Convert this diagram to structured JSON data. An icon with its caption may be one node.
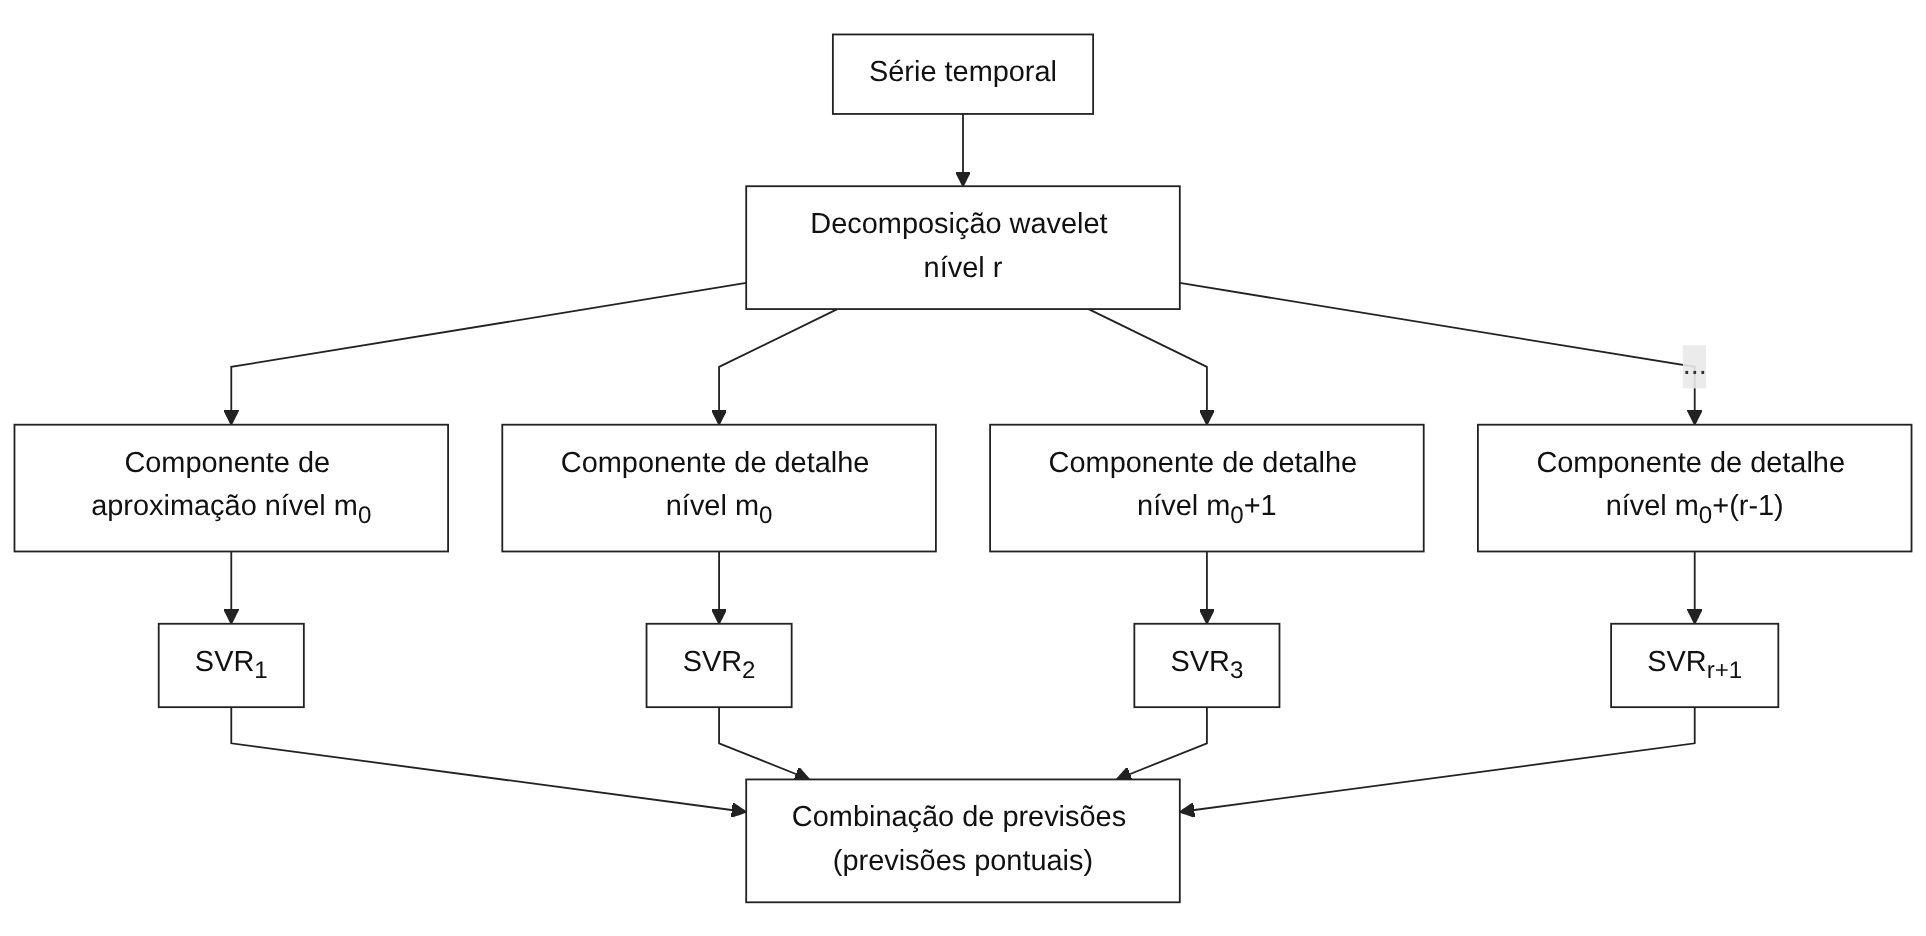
{
  "diagram": {
    "nodes": [
      {
        "text": [
          "Série temporal"
        ]
      },
      {
        "text": [
          "Decomposição wavelet nível r"
        ]
      },
      {
        "text": [
          "Componente de aproximação nível m$_{0}$"
        ]
      },
      {
        "text": [
          "Componente de detalhe nível m$_{0}$"
        ]
      },
      {
        "text": [
          "Componente de detalhe nível m$_{0}$+1"
        ]
      },
      {
        "text": [
          "Componente de detalhe nível m$_{0}$+(r-1)"
        ]
      },
      {
        "text": [
          "SVR$_{1}$"
        ]
      },
      {
        "text": [
          "SVR$_{2}$"
        ]
      },
      {
        "text": [
          "SVR$_{3}$"
        ]
      },
      {
        "text": [
          "SVR$_{r+1}$"
        ]
      },
      {
        "text": [
          "Combinação de previsões (previsões pontuais)"
        ]
      }
    ],
    "edges": [
      {
        "from": 0,
        "to": 1,
        "arrow": "to"
      },
      {
        "from": 1,
        "to": 2,
        "arrow": "to"
      },
      {
        "from": 1,
        "to": 3,
        "arrow": "to"
      },
      {
        "from": 1,
        "to": 4,
        "arrow": "to"
      },
      {
        "from": 1,
        "to": 5,
        "arrow": "to",
        "label": "..."
      },
      {
        "from": 2,
        "to": 6,
        "arrow": "to"
      },
      {
        "from": 3,
        "to": 7,
        "arrow": "to"
      },
      {
        "from": 4,
        "to": 8,
        "arrow": "to"
      },
      {
        "from": 5,
        "to": 9,
        "arrow": "to"
      },
      {
        "from": 6,
        "to": 10,
        "arrow": "to"
      },
      {
        "from": 7,
        "to": 10,
        "arrow": "to"
      },
      {
        "from": 8,
        "to": 10,
        "arrow": "to"
      },
      {
        "from": 9,
        "to": 10,
        "arrow": "to"
      }
    ]
  }
}
